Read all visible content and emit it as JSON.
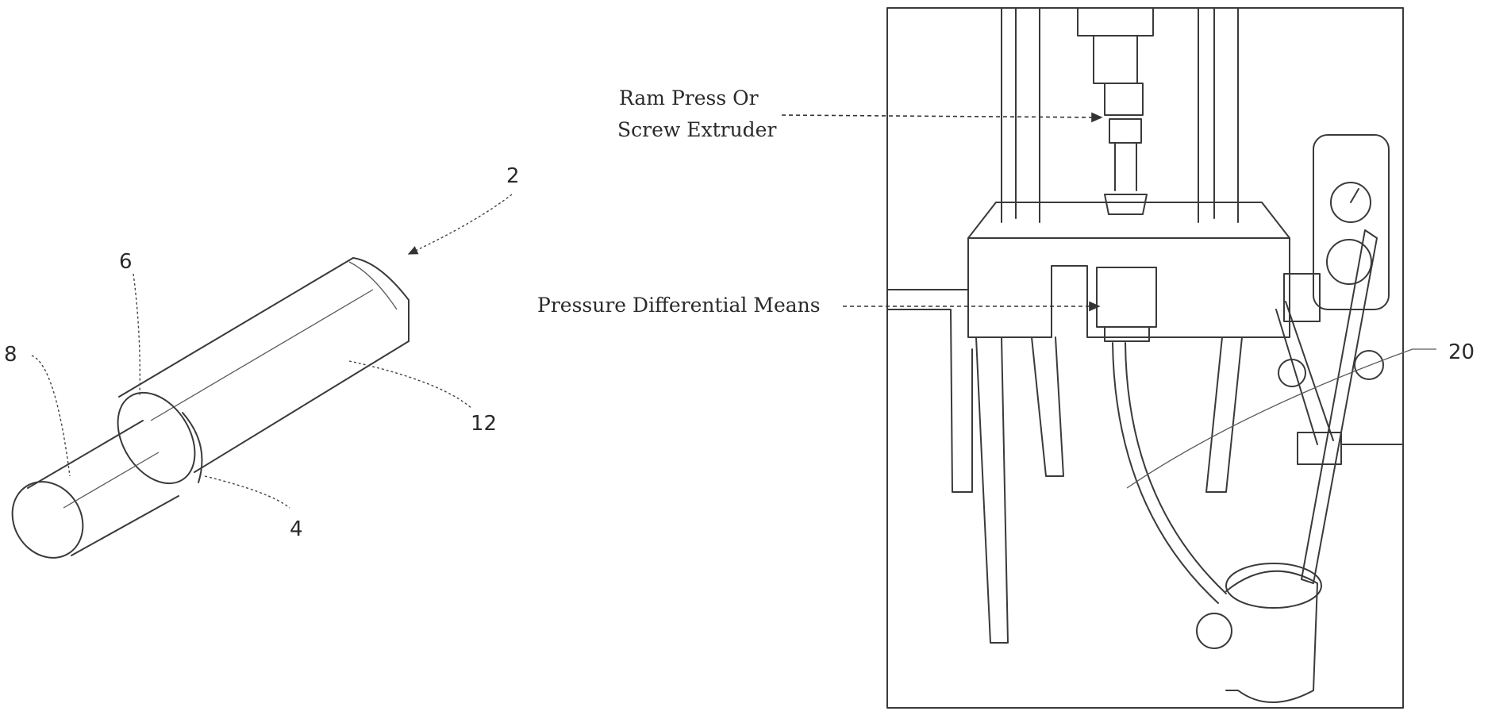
{
  "figure_left": {
    "labels": {
      "ref_2": "2",
      "ref_6": "6",
      "ref_8": "8",
      "ref_12": "12",
      "ref_4": "4"
    }
  },
  "figure_right": {
    "callouts": {
      "ram_press_line1": "Ram Press Or",
      "ram_press_line2": "Screw Extruder",
      "pressure_differential": "Pressure Differential  Means"
    },
    "labels": {
      "ref_20": "20"
    }
  }
}
